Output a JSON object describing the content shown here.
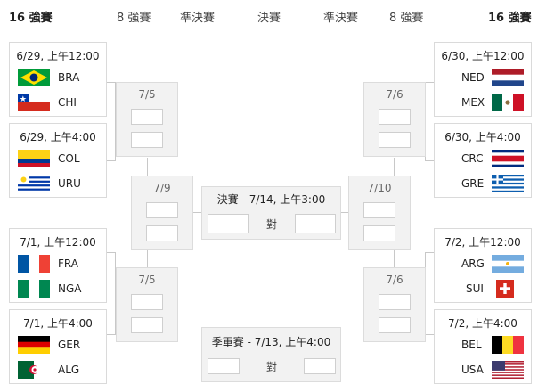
{
  "header": {
    "left_r16": "16 強賽",
    "left_qf": "8 強賽",
    "left_sf": "準決賽",
    "final": "決賽",
    "right_sf": "準決賽",
    "right_qf": "8 強賽",
    "right_r16": "16 強賽"
  },
  "left_matches": [
    {
      "date": "6/29, 上午12:00",
      "team1": "BRA",
      "flag1": "brazil",
      "team2": "CHI",
      "flag2": "chile"
    },
    {
      "date": "6/29, 上午4:00",
      "team1": "COL",
      "flag1": "colombia",
      "team2": "URU",
      "flag2": "uruguay"
    },
    {
      "date": "7/1, 上午12:00",
      "team1": "FRA",
      "flag1": "france",
      "team2": "NGA",
      "flag2": "nigeria"
    },
    {
      "date": "7/1, 上午4:00",
      "team1": "GER",
      "flag1": "germany",
      "team2": "ALG",
      "flag2": "algeria"
    }
  ],
  "right_matches": [
    {
      "date": "6/30, 上午12:00",
      "team1": "NED",
      "flag1": "netherlands",
      "team2": "MEX",
      "flag2": "mexico"
    },
    {
      "date": "6/30, 上午4:00",
      "team1": "CRC",
      "flag1": "costa-rica",
      "team2": "GRE",
      "flag2": "greece"
    },
    {
      "date": "7/2, 上午12:00",
      "team1": "ARG",
      "flag1": "argentina",
      "team2": "SUI",
      "flag2": "switzerland"
    },
    {
      "date": "7/2, 上午4:00",
      "team1": "BEL",
      "flag1": "belgium",
      "team2": "USA",
      "flag2": "usa"
    }
  ],
  "quarterfinals": {
    "left_top": "7/5",
    "left_bottom": "7/5",
    "right_top": "7/6",
    "right_bottom": "7/6"
  },
  "semifinals": {
    "left": "7/9",
    "right": "7/10"
  },
  "final": {
    "title": "決賽 - 7/14, 上午3:00",
    "vs": "對"
  },
  "third_place": {
    "title": "季軍賽 - 7/13, 上午4:00",
    "vs": "對"
  }
}
